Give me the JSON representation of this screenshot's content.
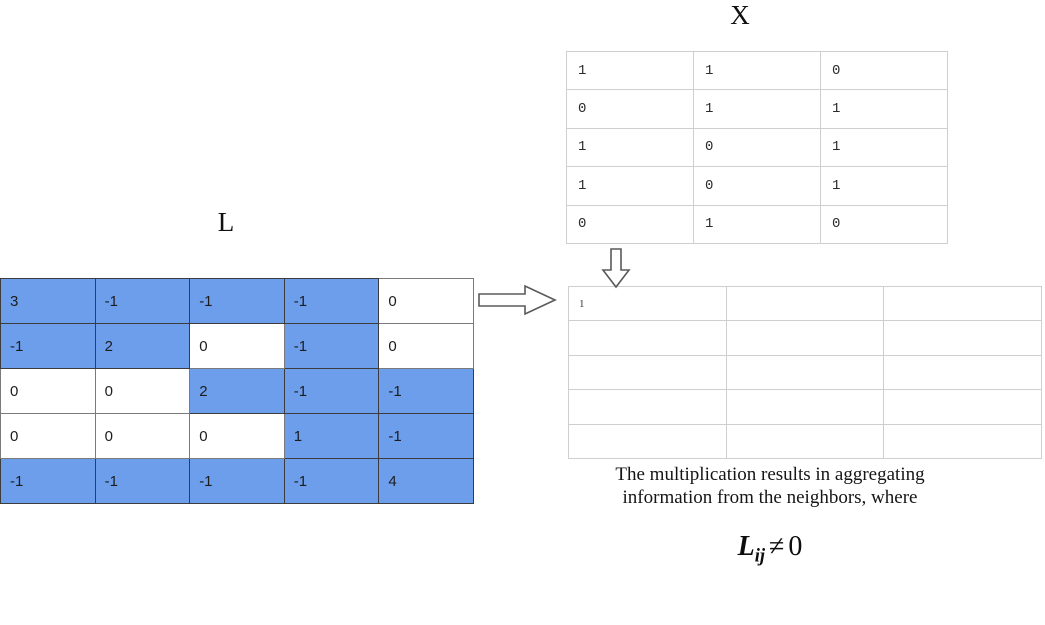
{
  "labels": {
    "l_title": "L",
    "x_title": "X"
  },
  "colors": {
    "highlight": "#6d9eeb",
    "cell_background": "#ffffff",
    "highlight_border": "#3c3c3c",
    "plain_border": "#cfcfcf",
    "text": "#1d1d1d"
  },
  "chart_data": {
    "type": "table",
    "title": "Graph Laplacian multiplication L X",
    "matrices": [
      {
        "name": "L",
        "label": "L",
        "rows": 5,
        "cols": 5,
        "values": [
          [
            "3",
            "-1",
            "-1",
            "-1",
            "0"
          ],
          [
            "-1",
            "2",
            "0",
            "-1",
            "0"
          ],
          [
            "0",
            "0",
            "2",
            "-1",
            "-1"
          ],
          [
            "0",
            "0",
            "0",
            "1",
            "-1"
          ],
          [
            "-1",
            "-1",
            "-1",
            "-1",
            "4"
          ]
        ],
        "highlight": [
          [
            true,
            true,
            true,
            true,
            false
          ],
          [
            true,
            true,
            false,
            true,
            false
          ],
          [
            false,
            false,
            true,
            true,
            true
          ],
          [
            false,
            false,
            false,
            true,
            true
          ],
          [
            true,
            true,
            true,
            true,
            true
          ]
        ]
      },
      {
        "name": "X",
        "label": "X",
        "rows": 5,
        "cols": 3,
        "values": [
          [
            "1",
            "1",
            "0"
          ],
          [
            "0",
            "1",
            "1"
          ],
          [
            "1",
            "0",
            "1"
          ],
          [
            "1",
            "0",
            "1"
          ],
          [
            "0",
            "1",
            "0"
          ]
        ]
      },
      {
        "name": "result",
        "label": "",
        "rows": 5,
        "cols": 3,
        "values": [
          [
            "1",
            "",
            ""
          ],
          [
            "",
            "",
            ""
          ],
          [
            "",
            "",
            ""
          ],
          [
            "",
            "",
            ""
          ],
          [
            "",
            "",
            ""
          ]
        ]
      }
    ]
  },
  "arrows": {
    "right": "block-arrow-right",
    "down": "block-arrow-down"
  },
  "caption": {
    "line1": "The multiplication results in aggregating",
    "line2": "information from the neighbors, where"
  },
  "formula": {
    "variable": "L",
    "subscript": "ij",
    "relation": "≠",
    "value": "0",
    "plain": "L_ij ≠ 0"
  }
}
